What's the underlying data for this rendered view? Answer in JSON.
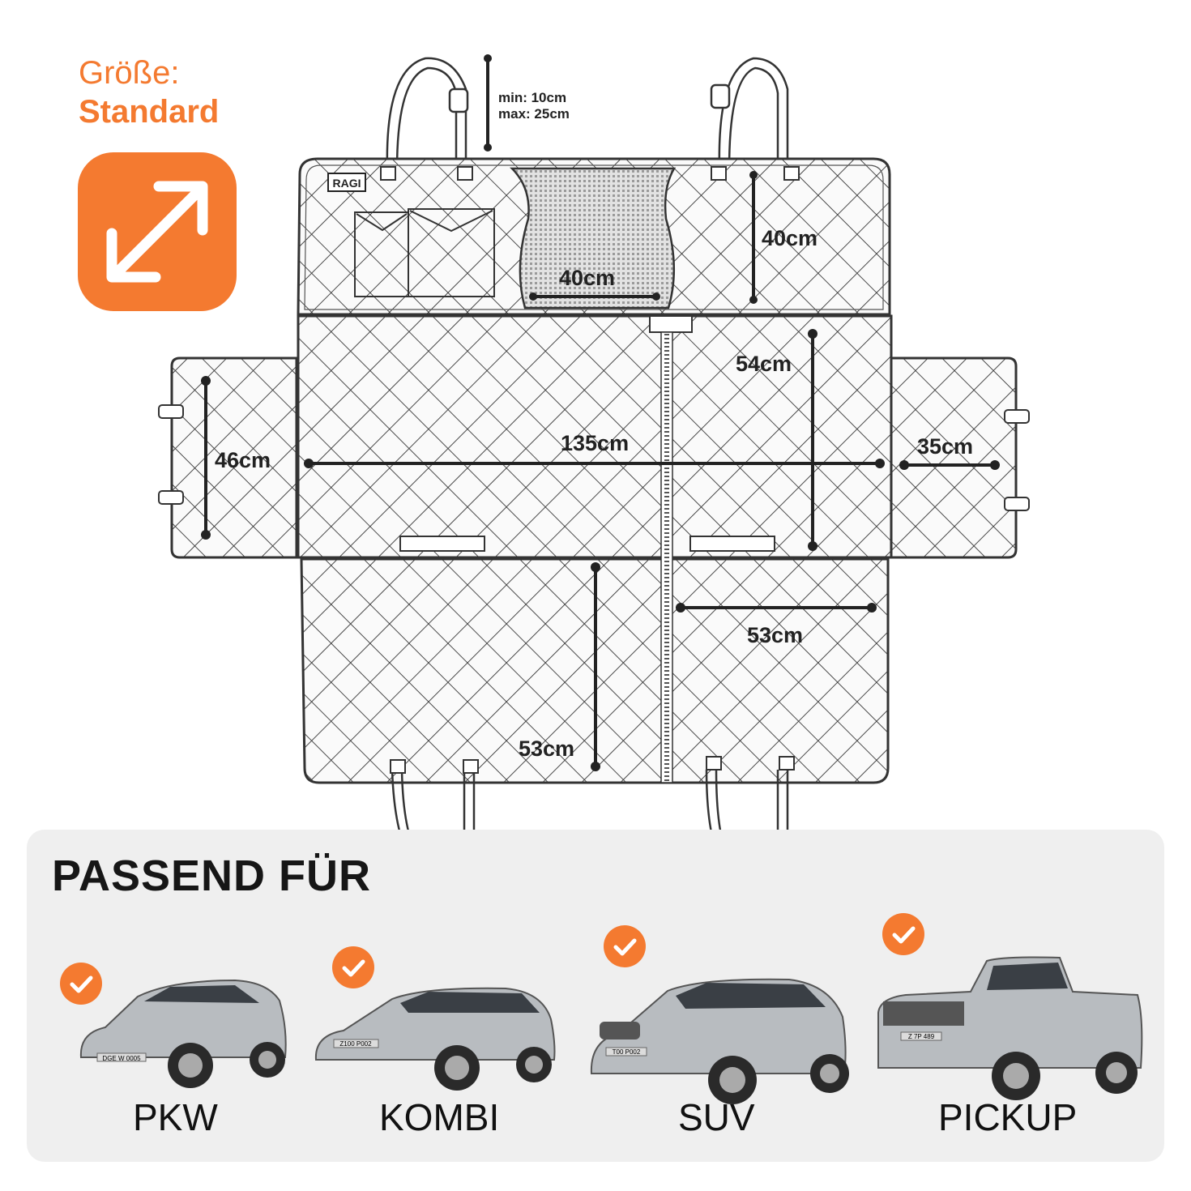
{
  "size": {
    "heading": "Größe:",
    "value": "Standard"
  },
  "brand": {
    "logo_text": "RAGI"
  },
  "dimensions": {
    "strap_min": "min: 10cm",
    "strap_max": "max: 25cm",
    "pocket_width": "40cm",
    "back_height": "40cm",
    "seat_depth": "54cm",
    "total_width": "135cm",
    "side_flap_left": "46cm",
    "side_flap_right": "35cm",
    "lower_width": "53cm",
    "lower_height": "53cm"
  },
  "fit": {
    "title": "PASSEND FÜR",
    "vehicles": [
      {
        "label": "PKW",
        "plate": "DGE W 0005",
        "checked": true
      },
      {
        "label": "KOMBI",
        "plate": "Z100 P002",
        "checked": true
      },
      {
        "label": "SUV",
        "plate": "T00 P002",
        "checked": true
      },
      {
        "label": "PICKUP",
        "plate": "Z 7P 489",
        "checked": true
      }
    ]
  },
  "colors": {
    "accent": "#f47a30",
    "panel": "#efefef",
    "line": "#2b2b2b"
  },
  "icons": [
    "resize-diagonal-arrows-icon",
    "checkmark-icon"
  ]
}
